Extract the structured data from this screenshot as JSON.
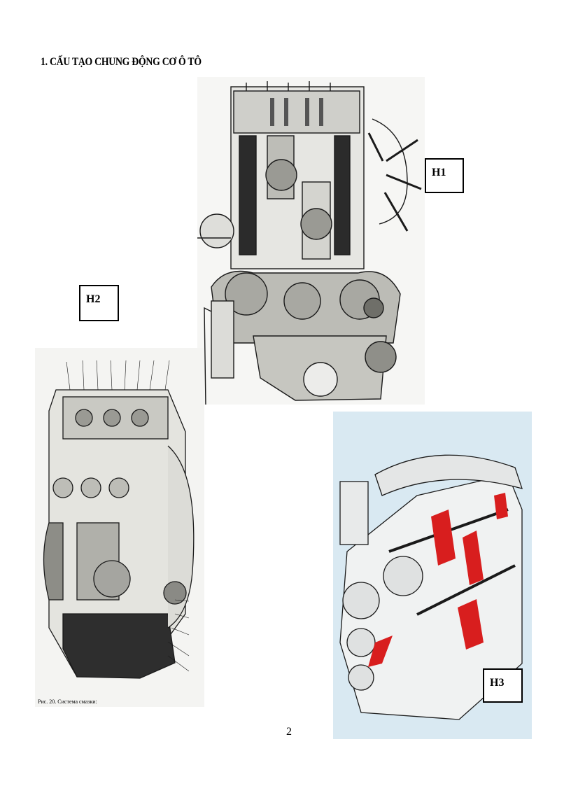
{
  "heading": "1. CẤU TẠO CHUNG ĐỘNG CƠ Ô TÔ",
  "figures": [
    {
      "label": "H1"
    },
    {
      "label": "H2",
      "caption": "Рис. 20. Система смазки:"
    },
    {
      "label": "H3"
    }
  ],
  "page_number": "2",
  "colors": {
    "line": "#1a1a1a",
    "h3_background": "#d9e9f2",
    "h3_accent": "#d81e1e"
  }
}
